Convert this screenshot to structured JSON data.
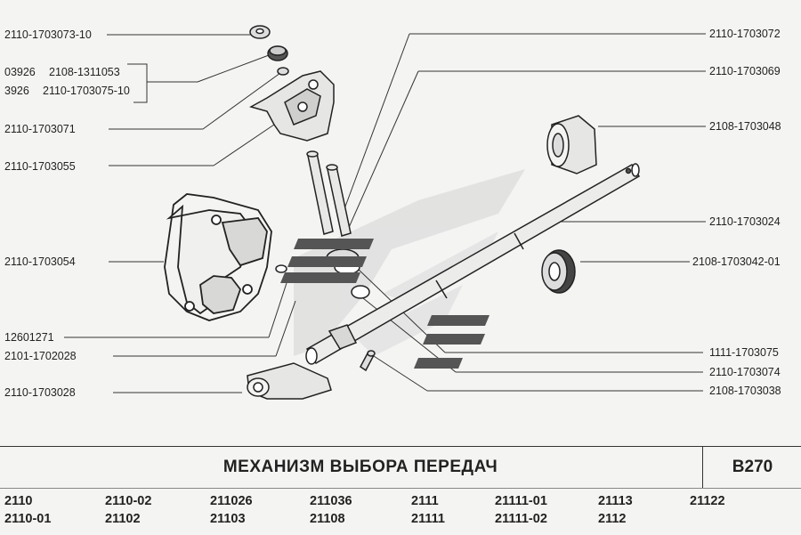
{
  "labels_left": [
    "2110-1703073-10",
    "03926",
    "2108-1311053",
    "3926",
    "2110-1703075-10",
    "2110-1703071",
    "2110-1703055",
    "2110-1703054",
    "12601271",
    "2101-1702028",
    "2110-1703028"
  ],
  "labels_right": [
    "2110-1703072",
    "2110-1703069",
    "2108-1703048",
    "2110-1703024",
    "2108-1703042-01",
    "1111-1703075",
    "2110-1703074",
    "2108-1703038"
  ],
  "title": "МЕХАНИЗМ ВЫБОРА ПЕРЕДАЧ",
  "code": "В270",
  "models": [
    "2110",
    "2110-01",
    "2110-02",
    "21102",
    "211026",
    "21103",
    "211036",
    "21108",
    "2111",
    "21111",
    "21111-01",
    "21111-02",
    "21113",
    "2112",
    "21122"
  ]
}
